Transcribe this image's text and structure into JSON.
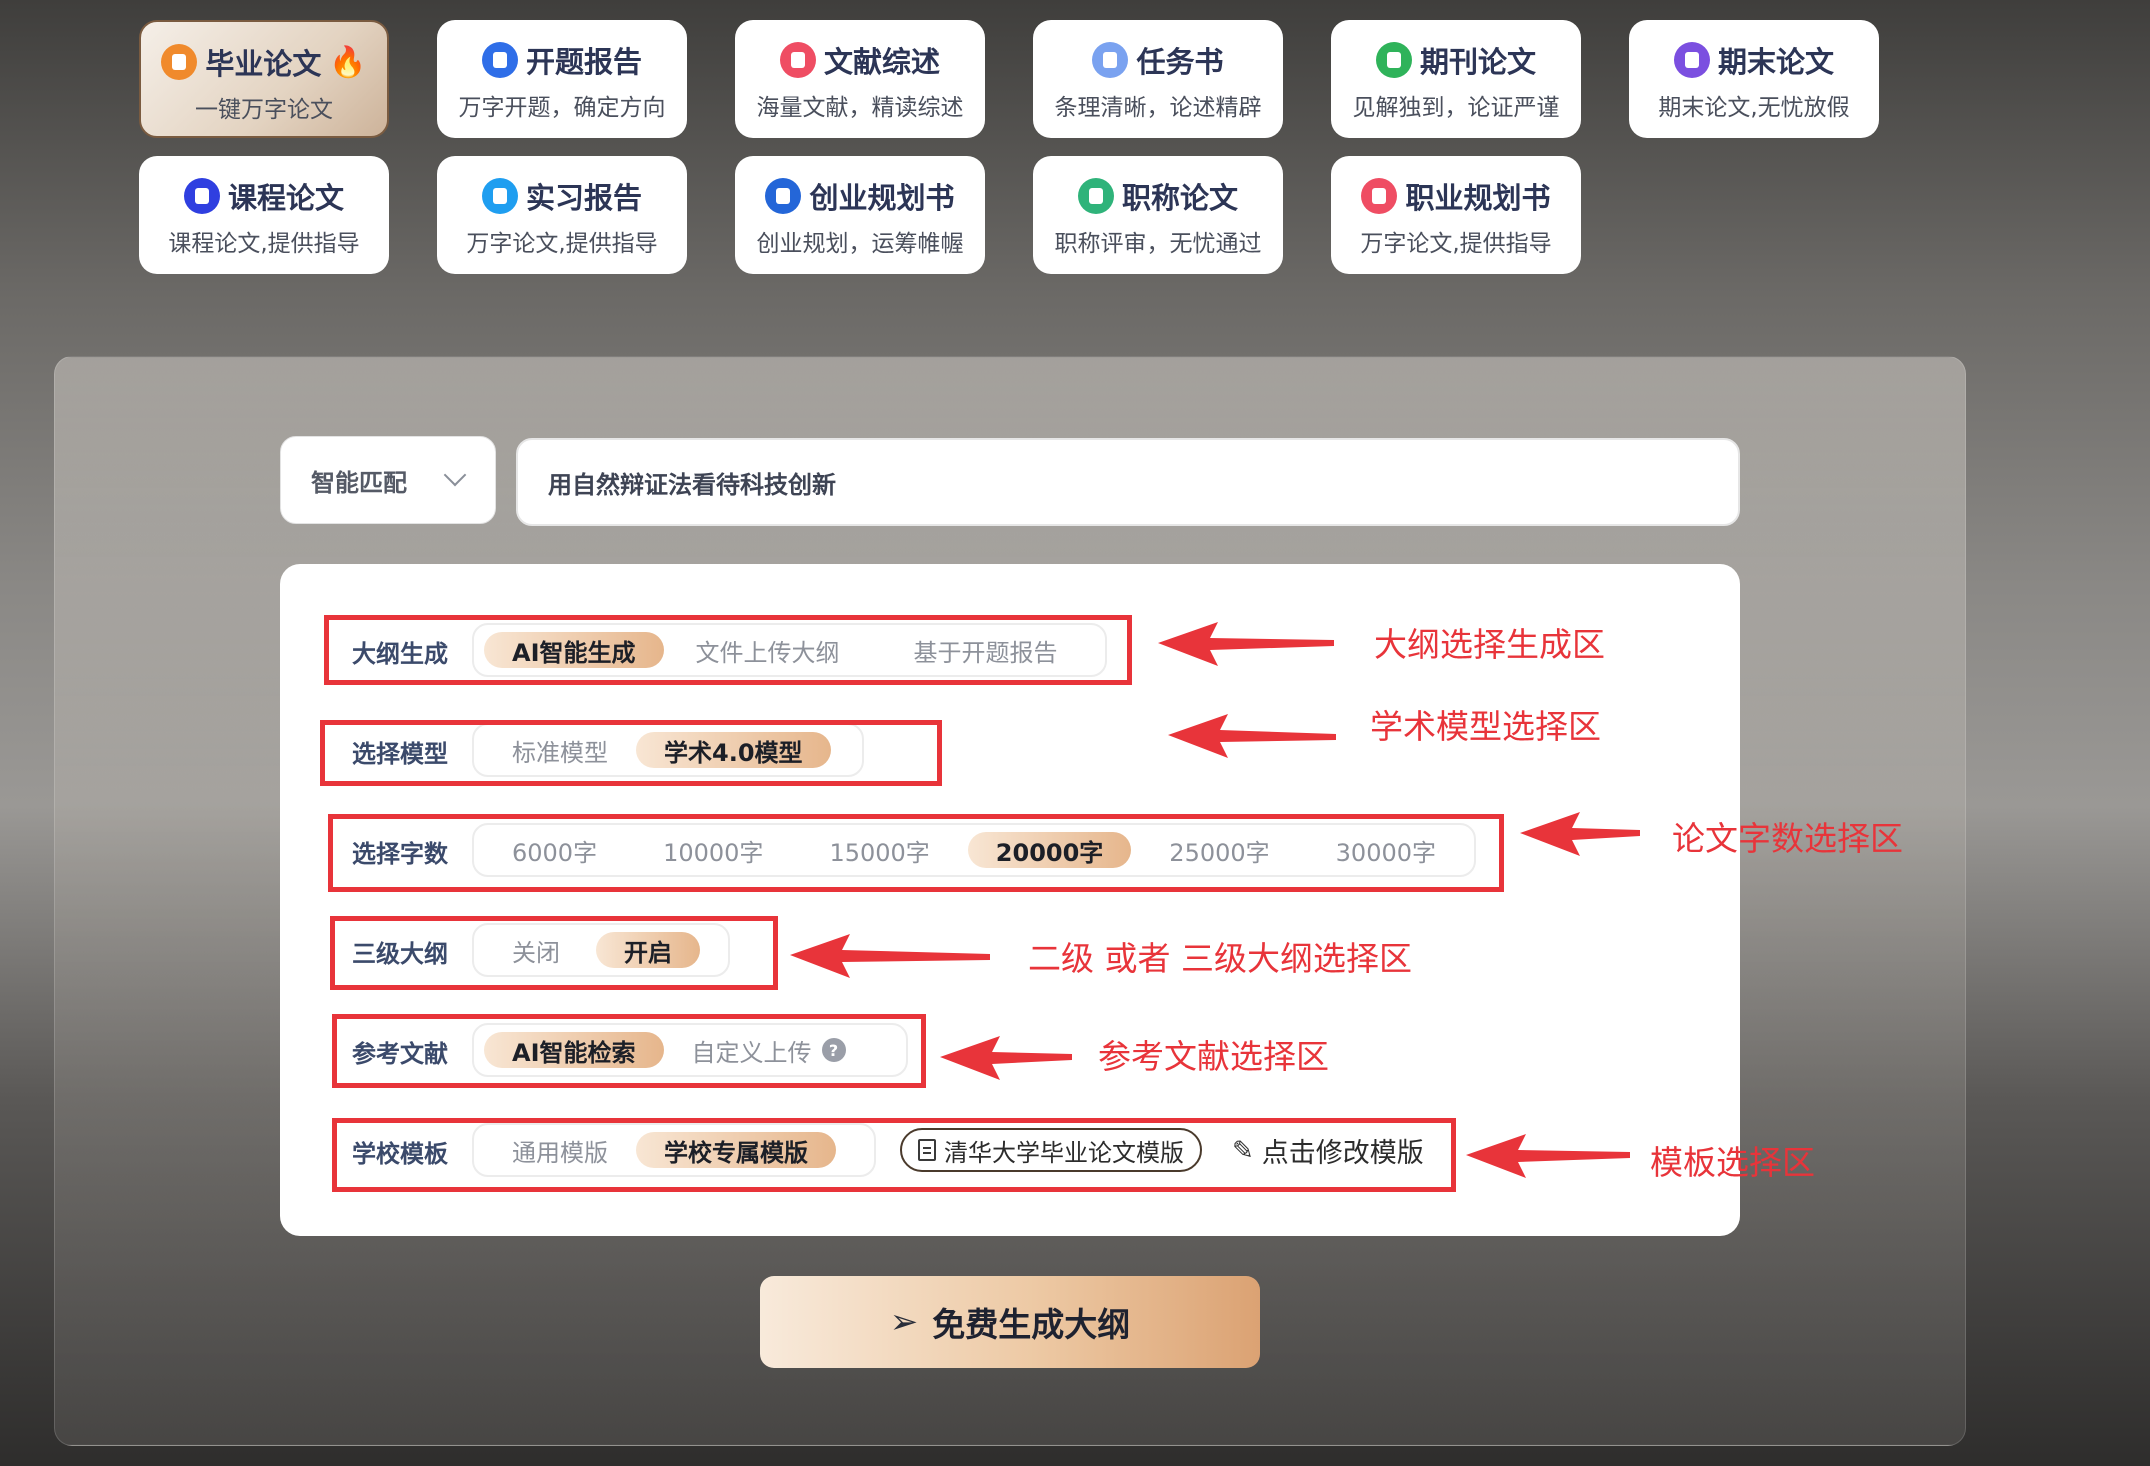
{
  "categories": [
    {
      "title": "毕业论文",
      "sub": "一键万字论文",
      "icon": "document-icon",
      "color": "#f08a2c",
      "active": true,
      "hot": true
    },
    {
      "title": "开题报告",
      "sub": "万字开题，确定方向",
      "icon": "save-icon",
      "color": "#2f6ee8"
    },
    {
      "title": "文献综述",
      "sub": "海量文献，精读综述",
      "icon": "list-icon",
      "color": "#ef4d63"
    },
    {
      "title": "任务书",
      "sub": "条理清晰，论述精辟",
      "icon": "checklist-icon",
      "color": "#7aa2f0"
    },
    {
      "title": "期刊论文",
      "sub": "见解独到，论证严谨",
      "icon": "journal-icon",
      "color": "#2fb35a"
    },
    {
      "title": "期末论文",
      "sub": "期末论文,无忧放假",
      "icon": "note-icon",
      "color": "#7b4fe0"
    },
    {
      "title": "课程论文",
      "sub": "课程论文,提供指导",
      "icon": "book-icon",
      "color": "#2f3fe0"
    },
    {
      "title": "实习报告",
      "sub": "万字论文,提供指导",
      "icon": "report-icon",
      "color": "#1f9ef0"
    },
    {
      "title": "创业规划书",
      "sub": "创业规划，运筹帷幄",
      "icon": "plan-icon",
      "color": "#2466d8"
    },
    {
      "title": "职称论文",
      "sub": "职称评审，无忧通过",
      "icon": "certificate-icon",
      "color": "#2fb37a"
    },
    {
      "title": "职业规划书",
      "sub": "万字论文,提供指导",
      "icon": "career-icon",
      "color": "#ef4d63"
    }
  ],
  "hot_icon": "flame-icon",
  "mode_select": {
    "value": "智能匹配"
  },
  "topic_input": {
    "value": "用自然辩证法看待科技创新"
  },
  "rows": {
    "outline": {
      "label": "大纲生成",
      "options": [
        "AI智能生成",
        "文件上传大纲",
        "基于开题报告"
      ],
      "selected": 0
    },
    "model": {
      "label": "选择模型",
      "options": [
        "标准模型",
        "学术4.0模型"
      ],
      "selected": 1
    },
    "words": {
      "label": "选择字数",
      "options": [
        "6000字",
        "10000字",
        "15000字",
        "20000字",
        "25000字",
        "30000字"
      ],
      "selected": 3
    },
    "level3": {
      "label": "三级大纲",
      "options": [
        "关闭",
        "开启"
      ],
      "selected": 1
    },
    "refs": {
      "label": "参考文献",
      "options": [
        "AI智能检索",
        "自定义上传"
      ],
      "selected": 0,
      "help": "?"
    },
    "template": {
      "label": "学校模板",
      "options": [
        "通用模版",
        "学校专属模版"
      ],
      "selected": 1,
      "school_template": "清华大学毕业论文模版",
      "edit_link": "点击修改模版"
    }
  },
  "annotations": [
    "大纲选择生成区",
    "学术模型选择区",
    "论文字数选择区",
    "二级 或者 三级大纲选择区",
    "参考文献选择区",
    "模板选择区"
  ],
  "annotation_color": "#e8343a",
  "generate_button": {
    "label": "免费生成大纲",
    "icon": "send-icon"
  }
}
